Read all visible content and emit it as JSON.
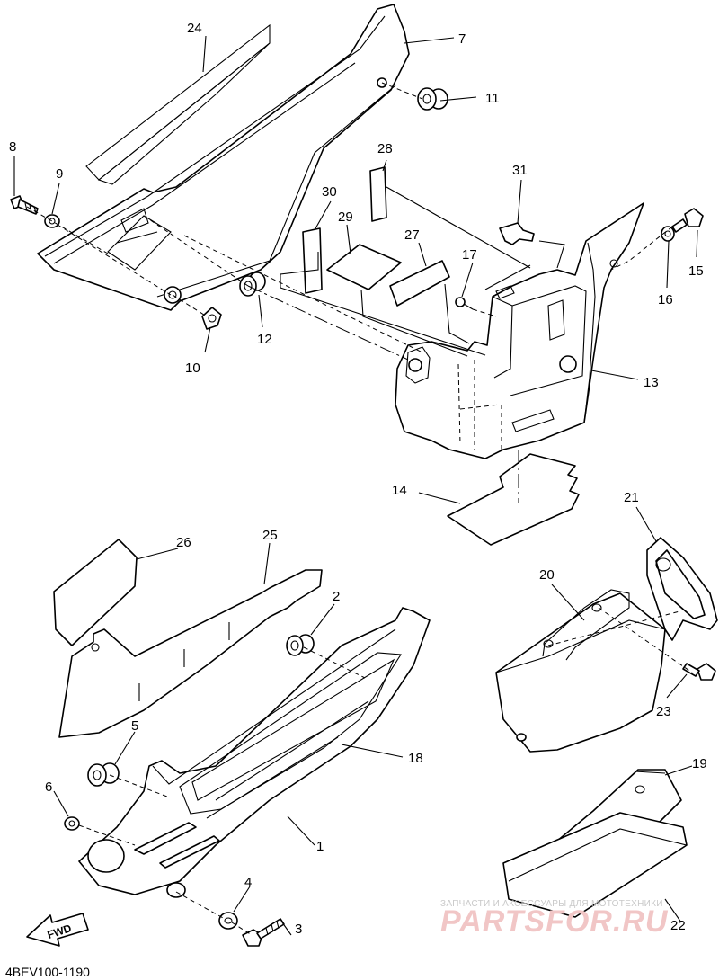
{
  "diagram": {
    "callouts": [
      "1",
      "2",
      "3",
      "4",
      "5",
      "6",
      "7",
      "8",
      "9",
      "10",
      "11",
      "12",
      "13",
      "14",
      "15",
      "16",
      "17",
      "18",
      "19",
      "20",
      "21",
      "22",
      "23",
      "24",
      "25",
      "26",
      "27",
      "28",
      "29",
      "30",
      "31"
    ],
    "drawing_code": "4BEV100-1190",
    "direction_label": "FWD",
    "watermark": {
      "tagline": "ЗАПЧАСТИ И АКСЕССУАРЫ ДЛЯ МОТОТЕХНИКИ",
      "brand": "PARTSFOR.RU"
    }
  }
}
